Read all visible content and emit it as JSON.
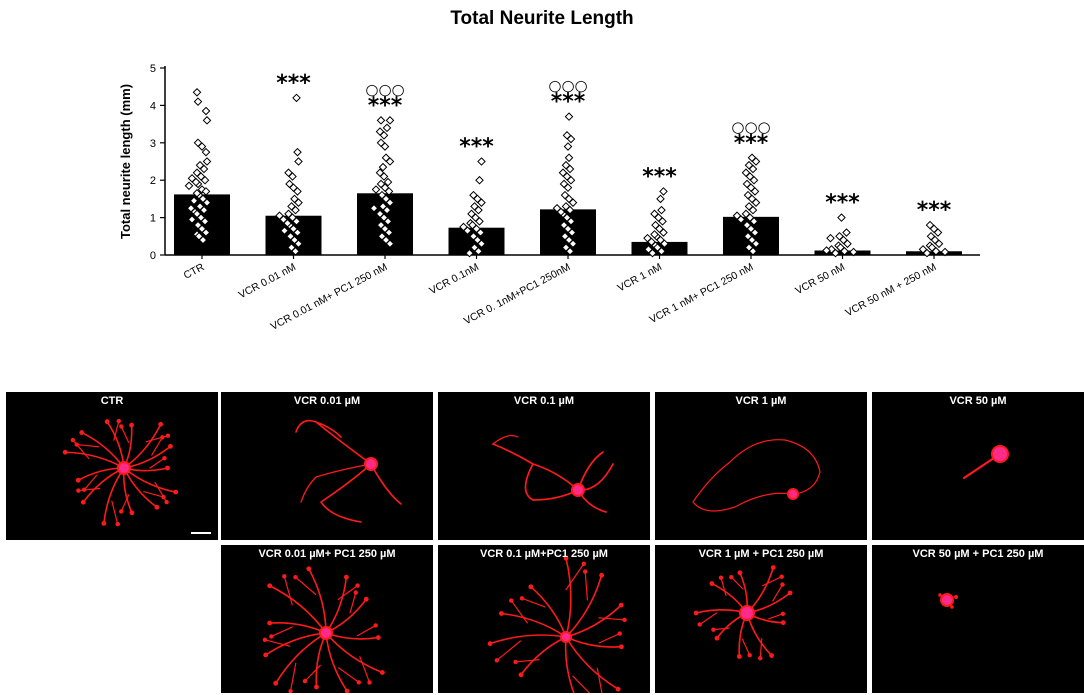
{
  "chart_data": {
    "type": "bar",
    "title": "Total Neurite Length",
    "xlabel": "",
    "ylabel": "Total neurite length (mm)",
    "ylim": [
      0,
      5
    ],
    "yticks": [
      0,
      1,
      2,
      3,
      4,
      5
    ],
    "grid": false,
    "categories": [
      "CTR",
      "VCR 0.01 nM",
      "VCR 0.01 nM+ PC1 250 nM",
      "VCR 0.1nM",
      "VCR 0. 1nM+PC1 250nM",
      "VCR 1 nM",
      "VCR 1 nM+ PC1 250 nM",
      "VCR 50 nM",
      "VCR 50 nM + 250 nM"
    ],
    "values": [
      1.62,
      1.05,
      1.65,
      0.73,
      1.22,
      0.35,
      1.02,
      0.12,
      0.1
    ],
    "significance_stars": [
      "",
      "***",
      "***",
      "***",
      "***",
      "***",
      "***",
      "***",
      "***"
    ],
    "significance_circles": [
      "",
      "",
      "○○○",
      "",
      "○○○",
      "",
      "○○○",
      "",
      ""
    ],
    "points": [
      [
        4.35,
        4.1,
        3.85,
        3.6,
        3.0,
        2.9,
        2.75,
        2.5,
        2.4,
        2.3,
        2.2,
        2.1,
        2.0,
        1.9,
        1.85,
        1.75,
        1.7,
        1.6,
        1.5,
        1.45,
        1.4,
        1.3,
        1.2,
        1.15,
        1.1,
        1.0,
        0.95,
        0.9,
        0.8,
        0.7,
        0.6,
        0.55,
        0.5,
        0.4,
        2.05,
        1.95,
        1.65,
        1.25
      ],
      [
        4.2,
        2.75,
        2.5,
        2.2,
        2.1,
        1.9,
        1.8,
        1.7,
        1.5,
        1.4,
        1.3,
        1.2,
        1.1,
        1.0,
        0.95,
        0.9,
        0.8,
        0.7,
        0.6,
        0.5,
        0.4,
        0.3,
        0.2,
        0.1,
        1.05,
        0.85,
        0.65
      ],
      [
        3.6,
        3.6,
        3.4,
        3.3,
        3.2,
        3.0,
        2.9,
        2.6,
        2.5,
        2.35,
        2.2,
        2.1,
        1.9,
        1.8,
        1.7,
        1.6,
        1.5,
        1.4,
        1.3,
        1.2,
        1.1,
        1.0,
        0.9,
        0.8,
        0.7,
        0.6,
        0.5,
        0.4,
        0.3,
        1.95,
        1.75,
        1.25
      ],
      [
        2.5,
        2.0,
        1.6,
        1.5,
        1.4,
        1.3,
        1.2,
        1.1,
        1.0,
        0.9,
        0.85,
        0.8,
        0.7,
        0.6,
        0.5,
        0.4,
        0.3,
        0.2,
        0.1,
        0.05,
        0.75,
        0.65
      ],
      [
        3.7,
        3.2,
        3.1,
        2.9,
        2.6,
        2.4,
        2.3,
        2.2,
        2.1,
        2.0,
        1.9,
        1.8,
        1.6,
        1.5,
        1.4,
        1.3,
        1.2,
        1.1,
        1.0,
        0.9,
        0.8,
        0.7,
        0.6,
        0.5,
        0.4,
        0.3,
        0.2,
        0.1,
        1.25,
        1.15
      ],
      [
        1.7,
        1.5,
        1.2,
        1.1,
        1.0,
        0.9,
        0.8,
        0.7,
        0.6,
        0.5,
        0.45,
        0.4,
        0.3,
        0.25,
        0.2,
        0.15,
        0.1,
        0.05,
        0.35,
        0.55
      ],
      [
        2.6,
        2.5,
        2.4,
        2.3,
        2.2,
        2.1,
        2.0,
        1.9,
        1.8,
        1.7,
        1.6,
        1.5,
        1.4,
        1.3,
        1.2,
        1.1,
        1.0,
        0.9,
        0.8,
        0.7,
        0.6,
        0.5,
        0.4,
        0.3,
        0.2,
        0.1,
        1.05,
        0.95
      ],
      [
        1.0,
        0.6,
        0.5,
        0.45,
        0.4,
        0.3,
        0.25,
        0.2,
        0.15,
        0.1,
        0.05,
        0.08,
        0.12
      ],
      [
        0.8,
        0.7,
        0.6,
        0.5,
        0.4,
        0.3,
        0.25,
        0.2,
        0.15,
        0.1,
        0.05,
        0.08
      ]
    ]
  },
  "panels": {
    "top": [
      "CTR",
      "VCR 0.01 µM",
      "VCR 0.1 µM",
      "VCR 1 µM",
      "VCR 50 µM"
    ],
    "bottom": [
      "VCR 0.01 µM+ PC1 250 µM",
      "VCR 0.1 µM+PC1 250 µM",
      "VCR 1 µM + PC1 250 µM",
      "VCR 50 µM + PC1 250 µM"
    ]
  },
  "colors": {
    "bar": "#000000",
    "marker": "#ffffff",
    "neuron": "#ff1a1a",
    "soma": "#ff2a8a",
    "panel_bg": "#000000"
  }
}
